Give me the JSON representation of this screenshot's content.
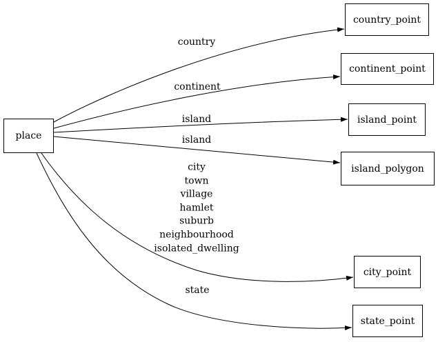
{
  "diagram": {
    "background_color": "#ffffff",
    "line_color": "#000000",
    "nodes": {
      "place": {
        "label": "place"
      },
      "country_point": {
        "label": "country_point"
      },
      "continent_point": {
        "label": "continent_point"
      },
      "island_point": {
        "label": "island_point"
      },
      "island_polygon": {
        "label": "island_polygon"
      },
      "city_point": {
        "label": "city_point"
      },
      "state_point": {
        "label": "state_point"
      }
    },
    "edges": [
      {
        "from": "place",
        "to": "country_point",
        "label": "country"
      },
      {
        "from": "place",
        "to": "continent_point",
        "label": "continent"
      },
      {
        "from": "place",
        "to": "island_point",
        "label": "island"
      },
      {
        "from": "place",
        "to": "island_polygon",
        "label": "island"
      },
      {
        "from": "place",
        "to": "city_point",
        "label": "city\ntown\nvillage\nhamlet\nsuburb\nneighbourhood\nisolated_dwelling"
      },
      {
        "from": "place",
        "to": "state_point",
        "label": "state"
      }
    ]
  }
}
